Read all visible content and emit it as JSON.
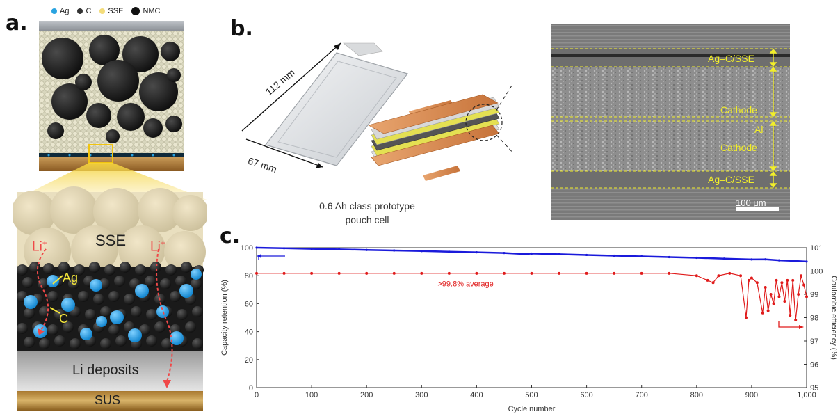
{
  "panel_a": {
    "letter": "a.",
    "legend": [
      {
        "label": "Ag",
        "color": "#29a3e0"
      },
      {
        "label": "C",
        "color": "#333333"
      },
      {
        "label": "SSE",
        "color": "#f3dc7a"
      },
      {
        "label": "NMC",
        "color": "#111111"
      }
    ],
    "sse_label": "SSE",
    "li_plus_left": "Li+",
    "li_plus_right": "Li+",
    "ag_label": "Ag",
    "c_label": "C",
    "li_deposits_label": "Li deposits",
    "sus_label": "SUS"
  },
  "panel_b": {
    "letter": "b.",
    "dim_length": "112 mm",
    "dim_width": "67 mm",
    "caption_line1": "0.6 Ah class prototype",
    "caption_line2": "pouch cell",
    "sem_labels": [
      "Ag–C/SSE",
      "Cathode",
      "Al",
      "Cathode",
      "Ag–C/SSE"
    ],
    "scale_bar": "100 μm"
  },
  "panel_c": {
    "letter": "c."
  },
  "chart_data": {
    "type": "scatter",
    "xlabel": "Cycle number",
    "ylabel_left": "Capacity retention (%)",
    "ylabel_right": "Coulombic efficiency (%)",
    "xlim": [
      0,
      1000
    ],
    "ylim_left": [
      0,
      100
    ],
    "ylim_right": [
      95,
      101
    ],
    "x_ticks": [
      "0",
      "100",
      "200",
      "300",
      "400",
      "500",
      "600",
      "700",
      "800",
      "900",
      "1,000"
    ],
    "y_ticks_left": [
      "0",
      "20",
      "40",
      "60",
      "80",
      "100"
    ],
    "y_ticks_right": [
      "95",
      "96",
      "97",
      "98",
      "99",
      "100",
      "101"
    ],
    "annotation": ">99.8% average",
    "series": [
      {
        "axis": "left",
        "color": "#1a1adb",
        "x": [
          0,
          50,
          100,
          150,
          200,
          250,
          300,
          350,
          400,
          450,
          490,
          500,
          550,
          600,
          650,
          700,
          750,
          800,
          850,
          900,
          925,
          950,
          975,
          1000
        ],
        "y": [
          100,
          99.6,
          99.2,
          98.8,
          98.4,
          98,
          97.6,
          97.1,
          96.7,
          96.2,
          95.4,
          95.8,
          95.3,
          94.8,
          94.3,
          93.8,
          93.3,
          92.8,
          92.2,
          91.6,
          91.7,
          91.0,
          90.6,
          90.1
        ]
      },
      {
        "axis": "right",
        "color": "#e01b1b",
        "x": [
          0,
          50,
          100,
          150,
          200,
          250,
          300,
          350,
          400,
          450,
          500,
          550,
          600,
          650,
          700,
          750,
          800,
          820,
          830,
          840,
          860,
          880,
          890,
          895,
          900,
          910,
          920,
          925,
          930,
          935,
          940,
          945,
          950,
          955,
          960,
          965,
          970,
          975,
          980,
          985,
          990,
          995,
          1000
        ],
        "y": [
          99.9,
          99.9,
          99.9,
          99.9,
          99.9,
          99.9,
          99.9,
          99.9,
          99.9,
          99.9,
          99.9,
          99.9,
          99.9,
          99.9,
          99.9,
          99.9,
          99.8,
          99.6,
          99.5,
          99.8,
          99.9,
          99.8,
          98.0,
          99.6,
          99.7,
          99.5,
          98.2,
          99.3,
          98.3,
          99.0,
          98.6,
          99.6,
          98.9,
          99.5,
          98.7,
          99.6,
          98.1,
          99.6,
          97.9,
          99.0,
          99.8,
          99.4,
          98.9
        ]
      }
    ]
  }
}
